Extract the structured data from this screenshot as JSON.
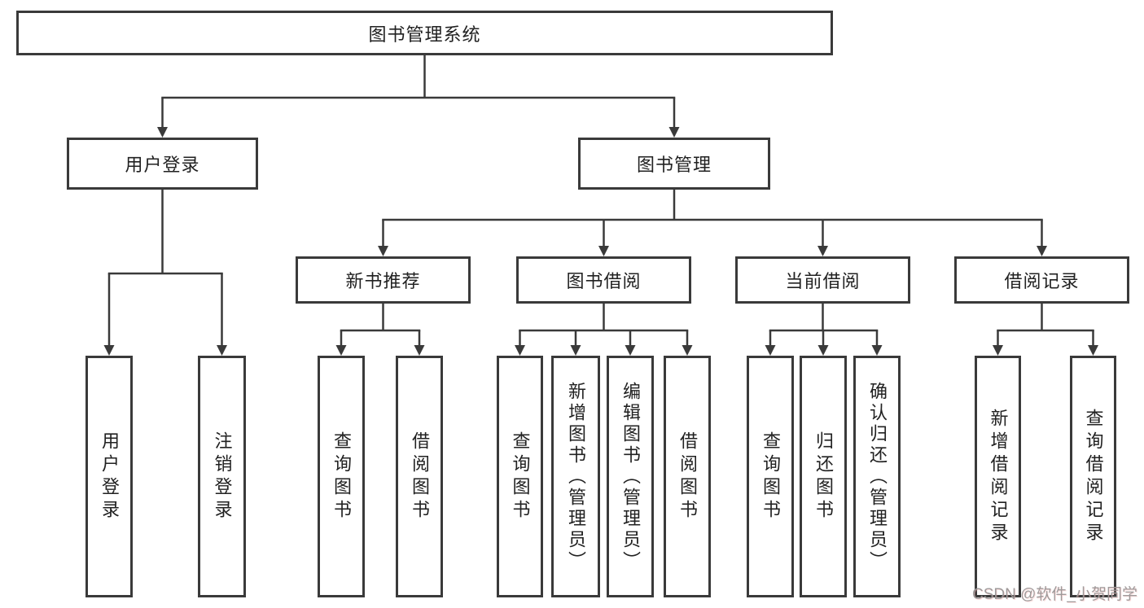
{
  "diagram": {
    "root": {
      "label": "图书管理系统"
    },
    "level2": [
      {
        "id": "user-login",
        "label": "用户登录"
      },
      {
        "id": "book-management",
        "label": "图书管理"
      }
    ],
    "level3": [
      {
        "id": "new-book-recommend",
        "label": "新书推荐"
      },
      {
        "id": "book-borrow",
        "label": "图书借阅"
      },
      {
        "id": "current-borrow",
        "label": "当前借阅"
      },
      {
        "id": "borrow-records",
        "label": "借阅记录"
      }
    ],
    "leaves": [
      {
        "label": "用户登录"
      },
      {
        "label": "注销登录"
      },
      {
        "label": "查询图书"
      },
      {
        "label": "借阅图书"
      },
      {
        "label": "查询图书"
      },
      {
        "label": "新增图书（管理员）"
      },
      {
        "label": "编辑图书（管理员）"
      },
      {
        "label": "借阅图书"
      },
      {
        "label": "查询图书"
      },
      {
        "label": "归还图书"
      },
      {
        "label": "确认归还（管理员）"
      },
      {
        "label": "新增借阅记录"
      },
      {
        "label": "查询借阅记录"
      }
    ]
  },
  "watermark": {
    "text": "CSDN @软件_小贺同学"
  },
  "colors": {
    "line": "#3a3a3a",
    "box_border": "#3a3a3a",
    "text": "#212121",
    "background": "#ffffff",
    "watermark": "#9a9696"
  }
}
